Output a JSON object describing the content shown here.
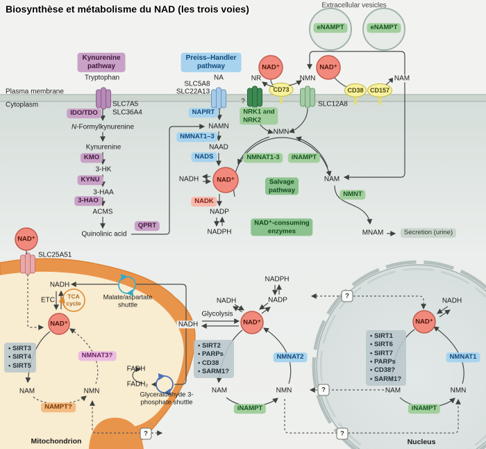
{
  "title": "Biosynthèse et métabolisme du NAD (les trois voies)",
  "colors": {
    "nad_fill": "#f18a7c",
    "membrane": "#cbd5ce",
    "mito_orange": "#e9944b",
    "nucleus_fill": "#d9e0df",
    "accent_green": "#8cc28e"
  },
  "extracellular": {
    "vesicles_label": "Extracellular vesicles",
    "enampt": "eNAMPT",
    "nad": "NAD⁺",
    "nr": "NR",
    "nmn": "NMN",
    "nam": "NAM",
    "cd73": "CD73",
    "cd38": "CD38",
    "cd157": "CD157"
  },
  "membrane": {
    "plasma": "Plasma membrane",
    "cytoplasm": "Cytoplasm",
    "unknown_transporter": "?",
    "slc12a8": "SLC12A8",
    "slc7a5": "SLC7A5",
    "slc36a4": "SLC36A4",
    "slc5a8": "SLC5A8",
    "slc22a13": "SLC22A13",
    "slc25a51": "SLC25A51"
  },
  "pathway_headers": {
    "kynurenine": "Kynurenine\npathway",
    "preiss": "Preiss–Handler\npathway"
  },
  "kynurenine": {
    "tryptophan": "Tryptophan",
    "ido_tdo": "IDO/TDO",
    "nfk_n": "N",
    "nfk_rest": "-Formylkynurenine",
    "kynurenine": "Kynurenine",
    "kmo": "KMO",
    "hk": "3-HK",
    "kynu": "KYNU",
    "haa": "3-HAA",
    "hao": "3-HAO",
    "acms": "ACMS",
    "quinolinic": "Quinolinic acid",
    "qprt": "QPRT"
  },
  "preiss": {
    "na": "NA",
    "naprt": "NAPRT",
    "namn": "NAMN",
    "nmnat13": "NMNAT1–3",
    "naad": "NAAD",
    "nads": "NADS",
    "nadh": "NADH",
    "nad": "NAD⁺",
    "nadk": "NADK",
    "nadp": "NADP",
    "nadph": "NADPH"
  },
  "salvage": {
    "nrk": "NRK1 and\nNRK2",
    "nmn": "NMN",
    "nmnat13": "NMNAT1-3",
    "inampt": "iNAMPT",
    "label": "Salvage\npathway",
    "consuming": "NAD⁺-consuming\nenzymes",
    "nam": "NAM",
    "nmnt": "NMNT",
    "mnam": "MNAM",
    "secretion": "Secretion (urine)"
  },
  "mitochondrion": {
    "nad_out": "NAD⁺",
    "nadh": "NADH",
    "etc": "ETC",
    "tca": "TCA\ncycle",
    "malate": "Malate/aspartate\nshuttle",
    "nad": "NAD⁺",
    "sirts": [
      "SIRT3",
      "SIRT4",
      "SIRT5"
    ],
    "nmnat3": "NMNAT3?",
    "nam": "NAM",
    "nmn": "NMN",
    "nampt": "NAMPT?",
    "fadh": "FADH",
    "fadh2": "FADH₂",
    "g3p": "Glyceraldehyde 3-\nphosphate shuttle",
    "label": "Mitochondrion",
    "q": "?"
  },
  "cytosol_cycle": {
    "nadph": "NADPH",
    "nadp": "NADP",
    "nadh_top": "NADH",
    "glycolysis": "Glycolysis",
    "nadh": "NADH",
    "nad": "NAD⁺",
    "enzymes": [
      "SIRT2",
      "PARPs",
      "CD38",
      "SARM1?"
    ],
    "nam": "NAM",
    "inampt": "iNAMPT",
    "nmn": "NMN",
    "nmnat2": "NMNAT2"
  },
  "nucleus": {
    "nadh": "NADH",
    "nad": "NAD⁺",
    "enzymes": [
      "SIRT1",
      "SIRT6",
      "SIRT7",
      "PARPs",
      "CD38?",
      "SARM1?"
    ],
    "nam": "NAM",
    "inampt": "iNAMPT",
    "nmn": "NMN",
    "nmnat1": "NMNAT1",
    "label": "Nucleus",
    "q_top": "?",
    "q_mid": "?",
    "q_bottom": "?"
  }
}
